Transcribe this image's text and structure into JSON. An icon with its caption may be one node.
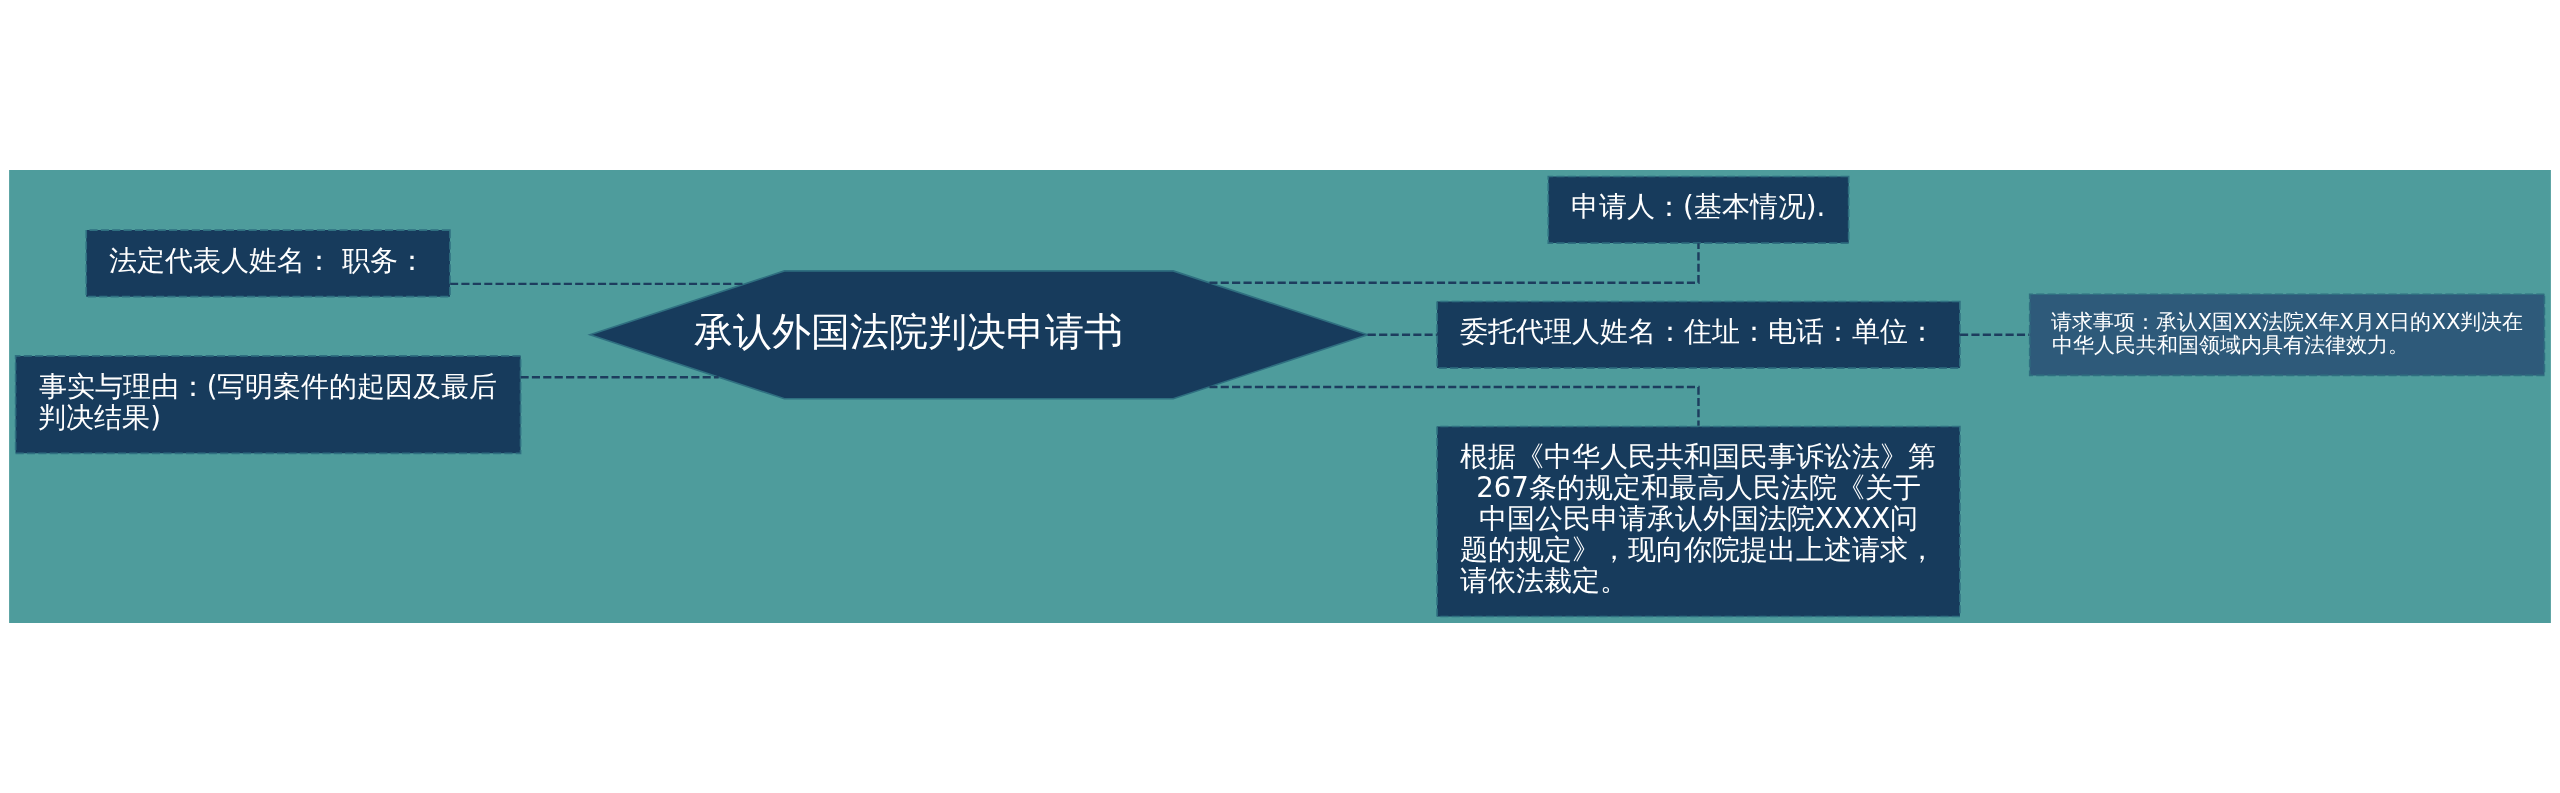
{
  "diagram": {
    "nodes": [
      {
        "text": [
          "承认外国法院判决申请书"
        ]
      },
      {
        "text": [
          "法定代表人姓名： 职务："
        ]
      },
      {
        "text": [
          "事实与理由：(写明案件的起因及最后判决结果)"
        ]
      },
      {
        "text": [
          "申请人：(基本情况)."
        ]
      },
      {
        "text": [
          "委托代理人姓名：住址：电话：单位："
        ]
      },
      {
        "text": [
          "请求事项：承认X国XX法院X年X月X日的XX判决在中华人民共和国领域内具有法律效力。"
        ]
      },
      {
        "text": [
          "根据《中华人民共和国民事诉讼法》第267条的规定和最高人民法院《关于中国公民申请承认外国法院XXXX问题的规定》，现向你院提出上述请求，请依法裁定。"
        ]
      }
    ],
    "edges": [
      {
        "from": 0,
        "to": 1,
        "arrow": "none",
        "style": "dashed"
      },
      {
        "from": 0,
        "to": 2,
        "arrow": "none",
        "style": "dashed"
      },
      {
        "from": 0,
        "to": 3,
        "arrow": "none",
        "style": "dashed"
      },
      {
        "from": 0,
        "to": 4,
        "arrow": "none",
        "style": "dashed"
      },
      {
        "from": 0,
        "to": 6,
        "arrow": "none",
        "style": "dashed"
      },
      {
        "from": 4,
        "to": 5,
        "arrow": "none",
        "style": "dashed"
      }
    ]
  }
}
